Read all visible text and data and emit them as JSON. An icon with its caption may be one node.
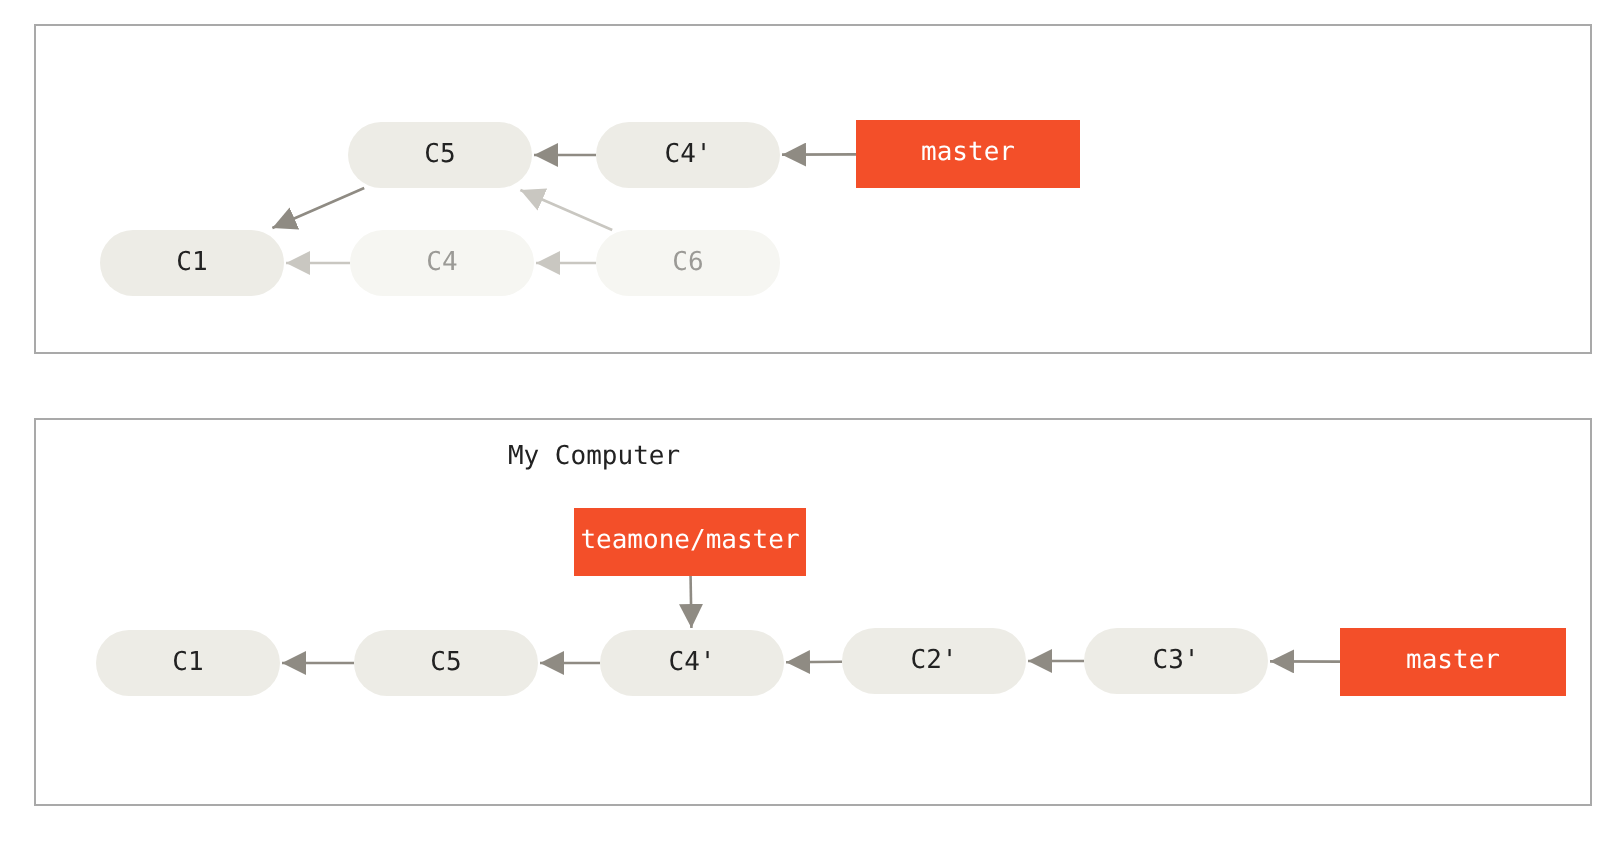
{
  "diagram": {
    "nodes": [
      {
        "text": [],
        "shape": "box"
      },
      {
        "text": [
          "C5"
        ],
        "in": 0
      },
      {
        "text": [
          "C4'"
        ],
        "in": 0
      },
      {
        "text": [
          "master"
        ],
        "in": 0
      },
      {
        "text": [
          "C1"
        ],
        "in": 0
      },
      {
        "text": [
          "C4"
        ],
        "in": 0
      },
      {
        "text": [
          "C6"
        ],
        "in": 0
      },
      {
        "text": [
          "My Computer"
        ]
      },
      {
        "text": [
          "teamone/master"
        ],
        "in": 7
      },
      {
        "text": [
          "C1"
        ],
        "in": 7
      },
      {
        "text": [
          "C5"
        ],
        "in": 7
      },
      {
        "text": [
          "C4'"
        ],
        "in": 7
      },
      {
        "text": [
          "C2'"
        ],
        "in": 7
      },
      {
        "text": [
          "C3'"
        ],
        "in": 7
      },
      {
        "text": [
          "master"
        ],
        "in": 7
      }
    ],
    "edges": [
      {
        "from": 2,
        "to": 1,
        "arrow": "to"
      },
      {
        "from": 3,
        "to": 2,
        "arrow": "to"
      },
      {
        "from": 1,
        "to": 4,
        "arrow": "to"
      },
      {
        "from": 5,
        "to": 4,
        "arrow": "to",
        "color": "#c9c7c1"
      },
      {
        "from": 6,
        "to": 1,
        "arrow": "to",
        "color": "#c9c7c1"
      },
      {
        "from": 6,
        "to": 5,
        "arrow": "to",
        "color": "#c9c7c1"
      },
      {
        "from": 8,
        "to": 11,
        "arrow": "to"
      },
      {
        "from": 10,
        "to": 9,
        "arrow": "to"
      },
      {
        "from": 11,
        "to": 10,
        "arrow": "to"
      },
      {
        "from": 12,
        "to": 11,
        "arrow": "to"
      },
      {
        "from": 13,
        "to": 12,
        "arrow": "to"
      },
      {
        "from": 14,
        "to": 13,
        "arrow": "to"
      }
    ]
  }
}
